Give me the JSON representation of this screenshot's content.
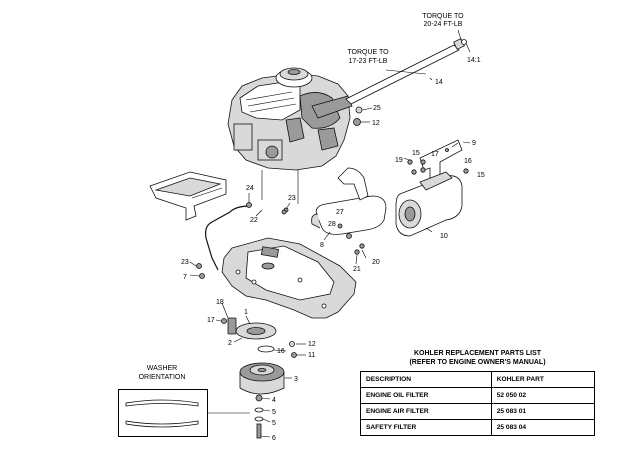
{
  "torque_notes": [
    {
      "line1": "TORQUE TO",
      "line2": "20-24 FT-LB"
    },
    {
      "line1": "TORQUE TO",
      "line2": "17-23 FT-LB"
    }
  ],
  "ratio_label": "14:1",
  "callouts": {
    "c14": "14",
    "c25": "25",
    "c12a": "12",
    "c9": "9",
    "c15a": "15",
    "c17a": "17",
    "c19": "19",
    "c16a": "16",
    "c15b": "15",
    "c24": "24",
    "c23a": "23",
    "c22": "22",
    "c27": "27",
    "c28": "28",
    "c8": "8",
    "c10": "10",
    "c20": "20",
    "c21": "21",
    "c23b": "23",
    "c7": "7",
    "c18": "18",
    "c17b": "17",
    "c1": "1",
    "c2": "2",
    "c16b": "16",
    "c12b": "12",
    "c11": "11",
    "c3": "3",
    "c4": "4",
    "c5a": "5",
    "c5b": "5",
    "c6": "6"
  },
  "washer_label": {
    "line1": "WASHER",
    "line2": "ORIENTATION"
  },
  "parts_list": {
    "title_line1": "KOHLER REPLACEMENT PARTS LIST",
    "title_line2": "(REFER TO ENGINE OWNER'S MANUAL)",
    "headers": [
      "DESCRIPTION",
      "KOHLER PART"
    ],
    "rows": [
      {
        "description": "ENGINE OIL FILTER",
        "part": "52 050 02"
      },
      {
        "description": "ENGINE AIR FILTER",
        "part": "25 083 01"
      },
      {
        "description": "SAFETY FILTER",
        "part": "25 083 04"
      }
    ]
  }
}
